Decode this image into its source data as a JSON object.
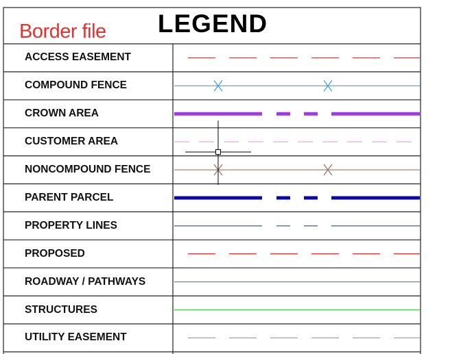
{
  "legend": {
    "title": "LEGEND",
    "badge": "Border file",
    "rows": [
      {
        "label": "ACCESS EASEMENT",
        "line_color": "#c93c3c",
        "style": "long-dash"
      },
      {
        "label": "COMPOUND FENCE",
        "line_color": "#4a9fd8",
        "style": "x-marks"
      },
      {
        "label": "CROWN AREA",
        "line_color": "#9b3de0",
        "style": "thick-dash-dot"
      },
      {
        "label": "CUSTOMER AREA",
        "line_color": "#e3a7e3",
        "style": "short-dash"
      },
      {
        "label": "NONCOMPOUND FENCE",
        "line_color": "#9a7a63",
        "style": "x-marks"
      },
      {
        "label": "PARENT PARCEL",
        "line_color": "#0a0aa0",
        "style": "thick-dash-dot"
      },
      {
        "label": "PROPERTY LINES",
        "line_color": "#3a5fa0",
        "style": "dash-dot"
      },
      {
        "label": "PROPOSED",
        "line_color": "#e02020",
        "style": "long-dash"
      },
      {
        "label": "ROADWAY / PATHWAYS",
        "line_color": "#6688bb",
        "style": "solid"
      },
      {
        "label": "STRUCTURES",
        "line_color": "#4fc24f",
        "style": "solid"
      },
      {
        "label": "UTILITY EASEMENT",
        "line_color": "#c47ac4",
        "style": "long-dash"
      }
    ]
  },
  "cursor": {
    "name": "crosshair-cursor"
  }
}
